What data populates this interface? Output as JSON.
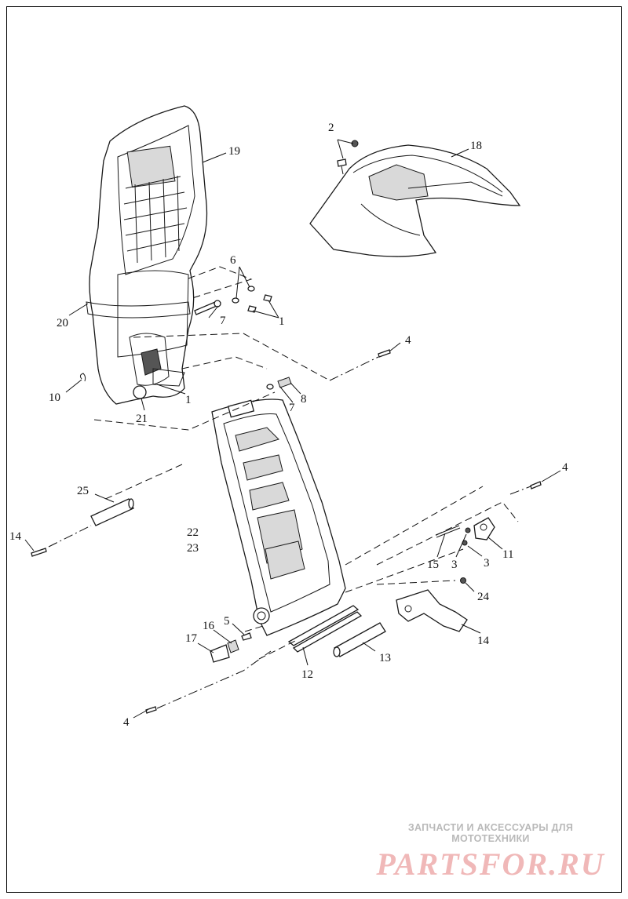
{
  "diagram": {
    "callouts": {
      "c1a": "1",
      "c1b": "1",
      "c2": "2",
      "c3a": "3",
      "c3b": "3",
      "c4a": "4",
      "c4b": "4",
      "c4c": "4",
      "c5": "5",
      "c6": "6",
      "c7a": "7",
      "c7b": "7",
      "c8": "8",
      "c10": "10",
      "c11": "11",
      "c12": "12",
      "c13": "13",
      "c14a": "14",
      "c14b": "14",
      "c15": "15",
      "c16": "16",
      "c17": "17",
      "c18": "18",
      "c19": "19",
      "c20": "20",
      "c21": "21",
      "c22": "22",
      "c23": "23",
      "c24": "24",
      "c25": "25"
    }
  },
  "watermark": {
    "tagline": "ЗАПЧАСТИ И АКСЕССУАРЫ ДЛЯ МОТОТЕХНИКИ",
    "logo": "PARTSFOR.RU",
    "logo_color": "#f0b8b8",
    "tagline_color": "#b9b9b9"
  }
}
